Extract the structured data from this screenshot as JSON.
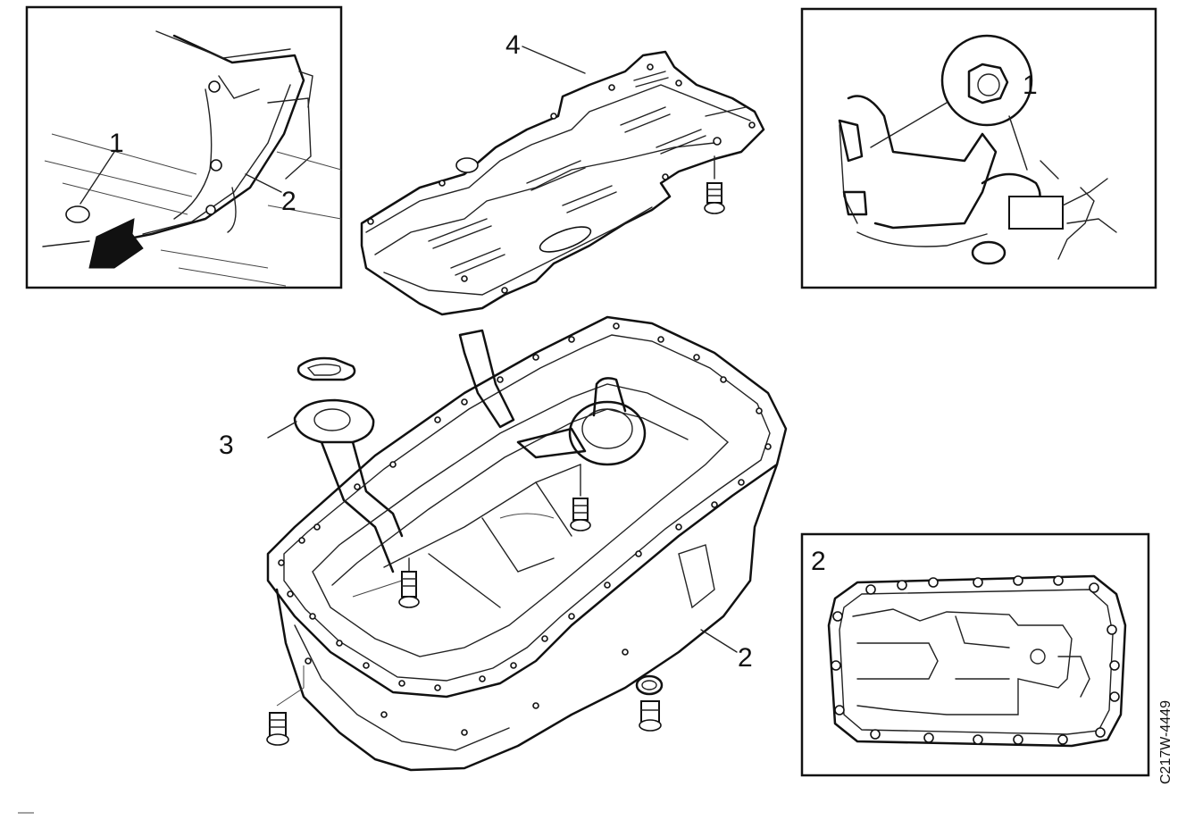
{
  "diagram": {
    "drawing_code": "C217W-4449",
    "callouts": {
      "inset_left_1": "1",
      "inset_left_2": "2",
      "baffle_4": "4",
      "inset_right_1": "1",
      "pickup_3": "3",
      "pan_2": "2",
      "inset_bottom_2": "2"
    }
  }
}
